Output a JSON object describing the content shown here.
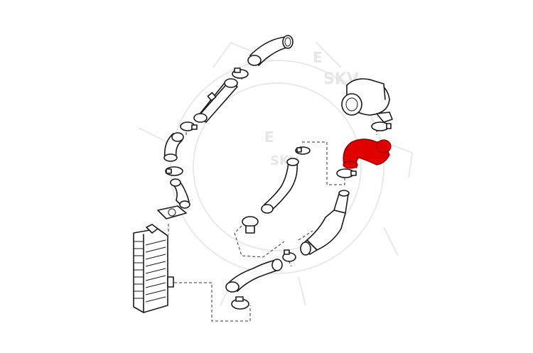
{
  "watermark": {
    "text_top": "SKV",
    "text_mid": "SKV",
    "letter": "E"
  },
  "colors": {
    "highlight": "#e00000",
    "line": "#1a1a1a",
    "watermark": "#e6e6e6",
    "background": "#ffffff"
  },
  "parts": [
    "upper-elbow-hose",
    "clamp",
    "straight-pipe",
    "clamp",
    "elbow-hose",
    "clamp",
    "s-hose",
    "flange-gasket",
    "intercooler",
    "turbocharger",
    "turbo-outlet-hose-highlighted",
    "clamp",
    "long-pipe",
    "clamp",
    "resonator-pipe",
    "clamp",
    "lower-hose",
    "clamp"
  ]
}
